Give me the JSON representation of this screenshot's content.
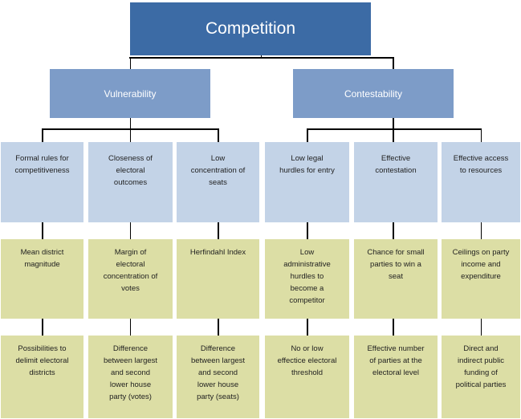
{
  "tree": {
    "root": "Competition",
    "branches": [
      {
        "label": "Vulnerability",
        "children": [
          {
            "criterion": "Formal rules for\ncompetitiveness",
            "indicator": "Mean district\nmagnitude",
            "detail": "Possibilities to\ndelimit electoral\ndistricts"
          },
          {
            "criterion": "Closeness of\nelectoral\noutcomes",
            "indicator": "Margin of\nelectoral\nconcentration of\nvotes",
            "detail": "Difference\nbetween largest\nand second\nlower house\nparty (votes)"
          },
          {
            "criterion": "Low\nconcentration of\nseats",
            "indicator": "Herfindahl Index",
            "detail": "Difference\nbetween largest\nand second\nlower house\nparty (seats)"
          }
        ]
      },
      {
        "label": "Contestability",
        "children": [
          {
            "criterion": "Low legal\nhurdles for entry",
            "indicator": "Low\nadministrative\nhurdles to\nbecome a\ncompetitor",
            "detail": "No or low\neffectice electoral\nthreshold"
          },
          {
            "criterion": "Effective\ncontestation",
            "indicator": "Chance for small\nparties to win a\nseat",
            "detail": "Effective number\nof parties at the\nelectoral level"
          },
          {
            "criterion": "Effective access\nto resources",
            "indicator": "Ceilings on party\nincome and\nexpenditure",
            "detail": "Direct and\nindirect public\nfunding of\npolitical parties"
          }
        ]
      }
    ]
  },
  "colors": {
    "root_fill": "#3C6BA5",
    "branch_fill": "#7D9CC8",
    "criterion_fill": "#C3D3E7",
    "indicator_fill": "#DCDEA5",
    "connector": "#000000",
    "text_on_blue": "#FFFFFF",
    "text_dark": "#1F1F1F"
  }
}
